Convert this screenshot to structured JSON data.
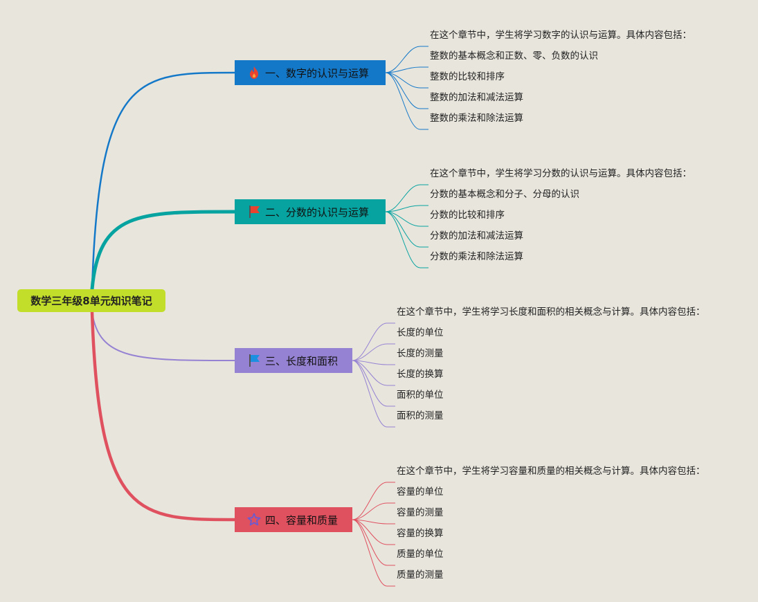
{
  "root": {
    "label": "数学三年级8单元知识笔记",
    "color": "#c2dd2a"
  },
  "branches": [
    {
      "label": "一、数字的认识与运算",
      "color": "#1478c8",
      "icon": "fire-icon",
      "leaves": [
        "在这个章节中，学生将学习数字的认识与运算。具体内容包括：",
        "整数的基本概念和正数、零、负数的认识",
        "整数的比较和排序",
        "整数的加法和减法运算",
        "整数的乘法和除法运算"
      ]
    },
    {
      "label": "二、分数的认识与运算",
      "color": "#06a3a0",
      "icon": "flag-icon",
      "leaves": [
        "在这个章节中，学生将学习分数的认识与运算。具体内容包括：",
        "分数的基本概念和分子、分母的认识",
        "分数的比较和排序",
        "分数的加法和减法运算",
        "分数的乘法和除法运算"
      ]
    },
    {
      "label": "三、长度和面积",
      "color": "#9682d2",
      "icon": "flag-icon",
      "leaves": [
        "在这个章节中，学生将学习长度和面积的相关概念与计算。具体内容包括：",
        "长度的单位",
        "长度的测量",
        "长度的换算",
        "面积的单位",
        "面积的测量"
      ]
    },
    {
      "label": "四、容量和质量",
      "color": "#e05160",
      "icon": "star-icon",
      "leaves": [
        "在这个章节中，学生将学习容量和质量的相关概念与计算。具体内容包括：",
        "容量的单位",
        "容量的测量",
        "容量的换算",
        "质量的单位",
        "质量的测量"
      ]
    }
  ]
}
